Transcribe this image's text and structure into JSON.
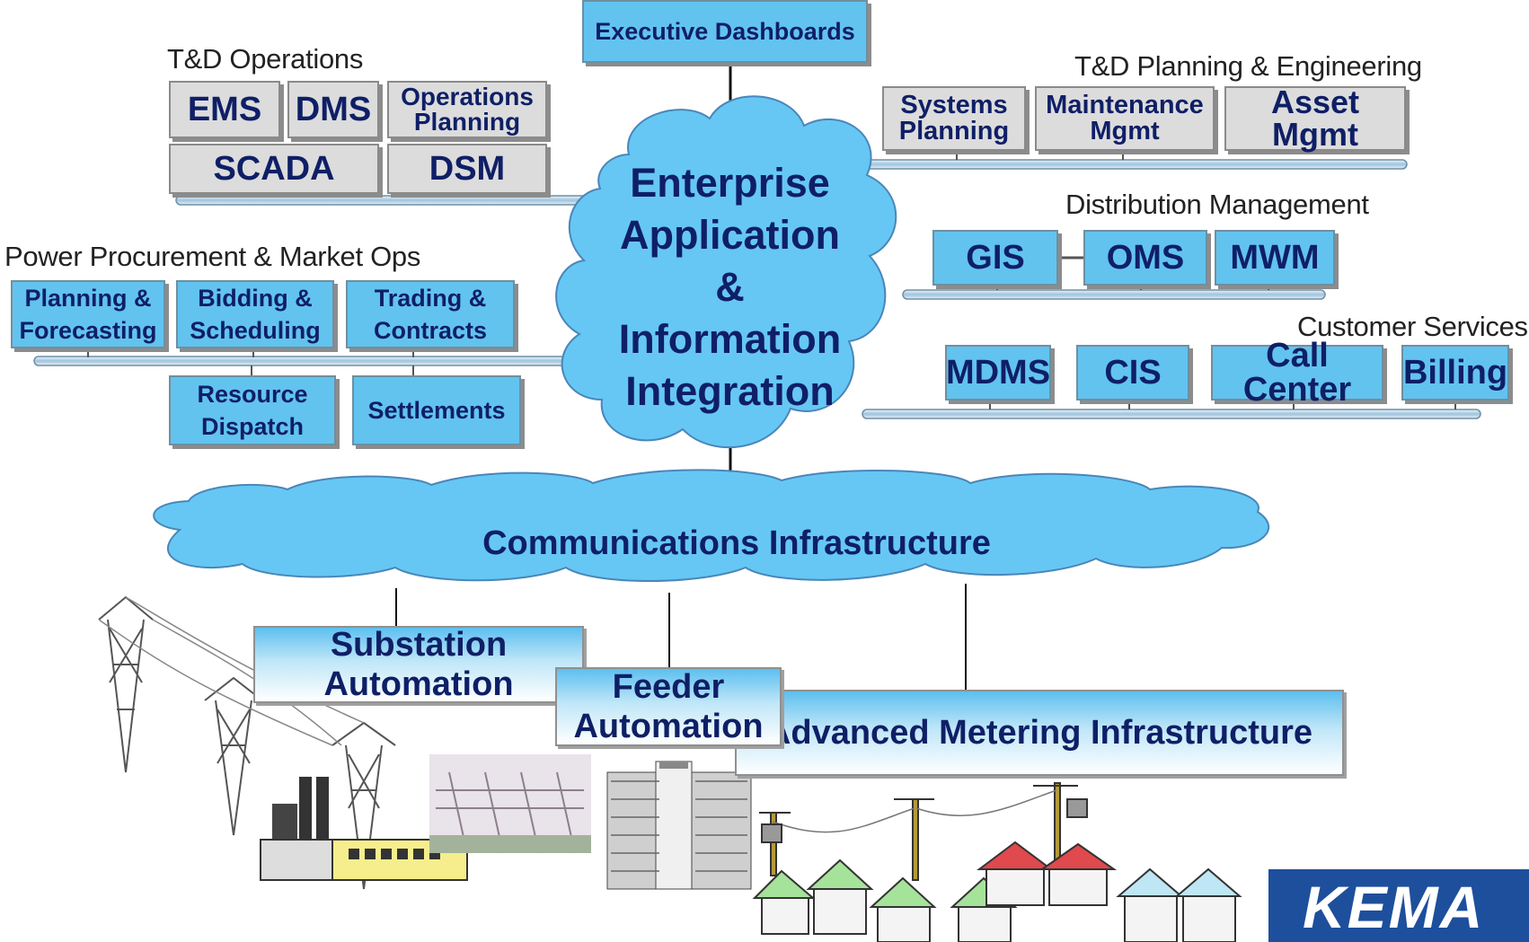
{
  "diagram": {
    "top_box": "Executive Dashboards",
    "enterprise_cloud": [
      "Enterprise",
      "Application",
      "&",
      "Information",
      "Integration"
    ],
    "comm_cloud": "Communications Infrastructure",
    "groups": {
      "td_operations": {
        "label": "T&D Operations",
        "boxes": [
          "EMS",
          "DMS",
          "Operations\nPlanning",
          "SCADA",
          "DSM"
        ]
      },
      "td_planning": {
        "label": "T&D Planning & Engineering",
        "boxes": [
          "Systems\nPlanning",
          "Maintenance\nMgmt",
          "Asset Mgmt"
        ]
      },
      "distribution": {
        "label": "Distribution Management",
        "boxes": [
          "GIS",
          "OMS",
          "MWM"
        ]
      },
      "power_procurement": {
        "label": "Power Procurement & Market Ops",
        "boxes": [
          "Planning &\nForecasting",
          "Bidding &\nScheduling",
          "Trading &\nContracts",
          "Resource\nDispatch",
          "Settlements"
        ]
      },
      "customer_services": {
        "label": "Customer Services",
        "boxes": [
          "MDMS",
          "CIS",
          "Call Center",
          "Billing"
        ]
      }
    },
    "field": {
      "substation": "Substation\nAutomation",
      "feeder": "Feeder\nAutomation",
      "ami": "Advanced Metering Infrastructure"
    },
    "logo_text": "KEMA",
    "colors": {
      "box_blue": "#62c3ef",
      "box_gray": "#dcdcdc",
      "cloud_blue": "#66c7f4",
      "text_navy": "#0f1f66"
    }
  }
}
